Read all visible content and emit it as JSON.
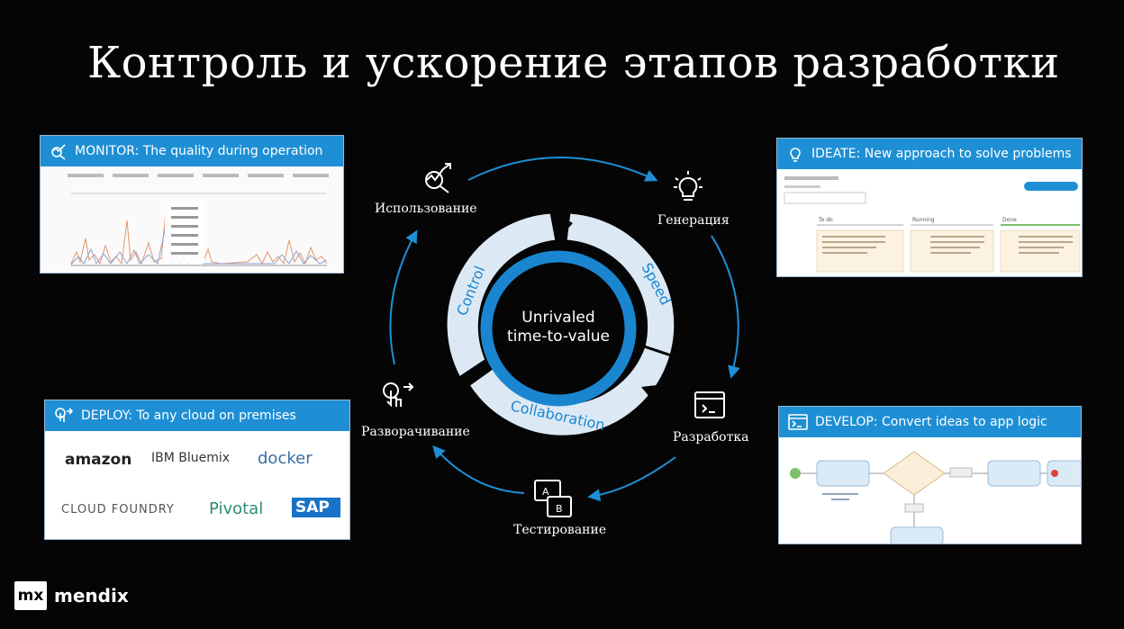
{
  "title": "Контроль и ускорение этапов разработки",
  "center": {
    "line1": "Unrivaled",
    "line2": "time-to-value"
  },
  "ring": {
    "control": "Control",
    "speed": "Speed",
    "collaboration": "Collaboration"
  },
  "stages": {
    "usage": "Использование",
    "generation": "Генерация",
    "development": "Разработка",
    "testing": "Тестирование",
    "deployment": "Разворачивание"
  },
  "panels": {
    "monitor": {
      "title": "MONITOR: The quality during operation",
      "icon": "monitor-chart-icon"
    },
    "ideate": {
      "title": "IDEATE: New approach to solve problems",
      "icon": "lightbulb-icon"
    },
    "deploy": {
      "title": "DEPLOY:  To any cloud on premises",
      "icon": "tap-icon"
    },
    "develop": {
      "title": "DEVELOP: Convert ideas to app logic",
      "icon": "terminal-icon"
    }
  },
  "ideate_columns": [
    "To do",
    "Running",
    "Done"
  ],
  "vendors": [
    "amazon",
    "IBM Bluemix",
    "docker",
    "CLOUD FOUNDRY",
    "Pivotal",
    "SAP"
  ],
  "brand": {
    "mark": "mx",
    "name": "mendix"
  },
  "colors": {
    "accent": "#1e8fd4",
    "ring_light": "#dce9f5",
    "ring_dark": "#1a86d0"
  }
}
